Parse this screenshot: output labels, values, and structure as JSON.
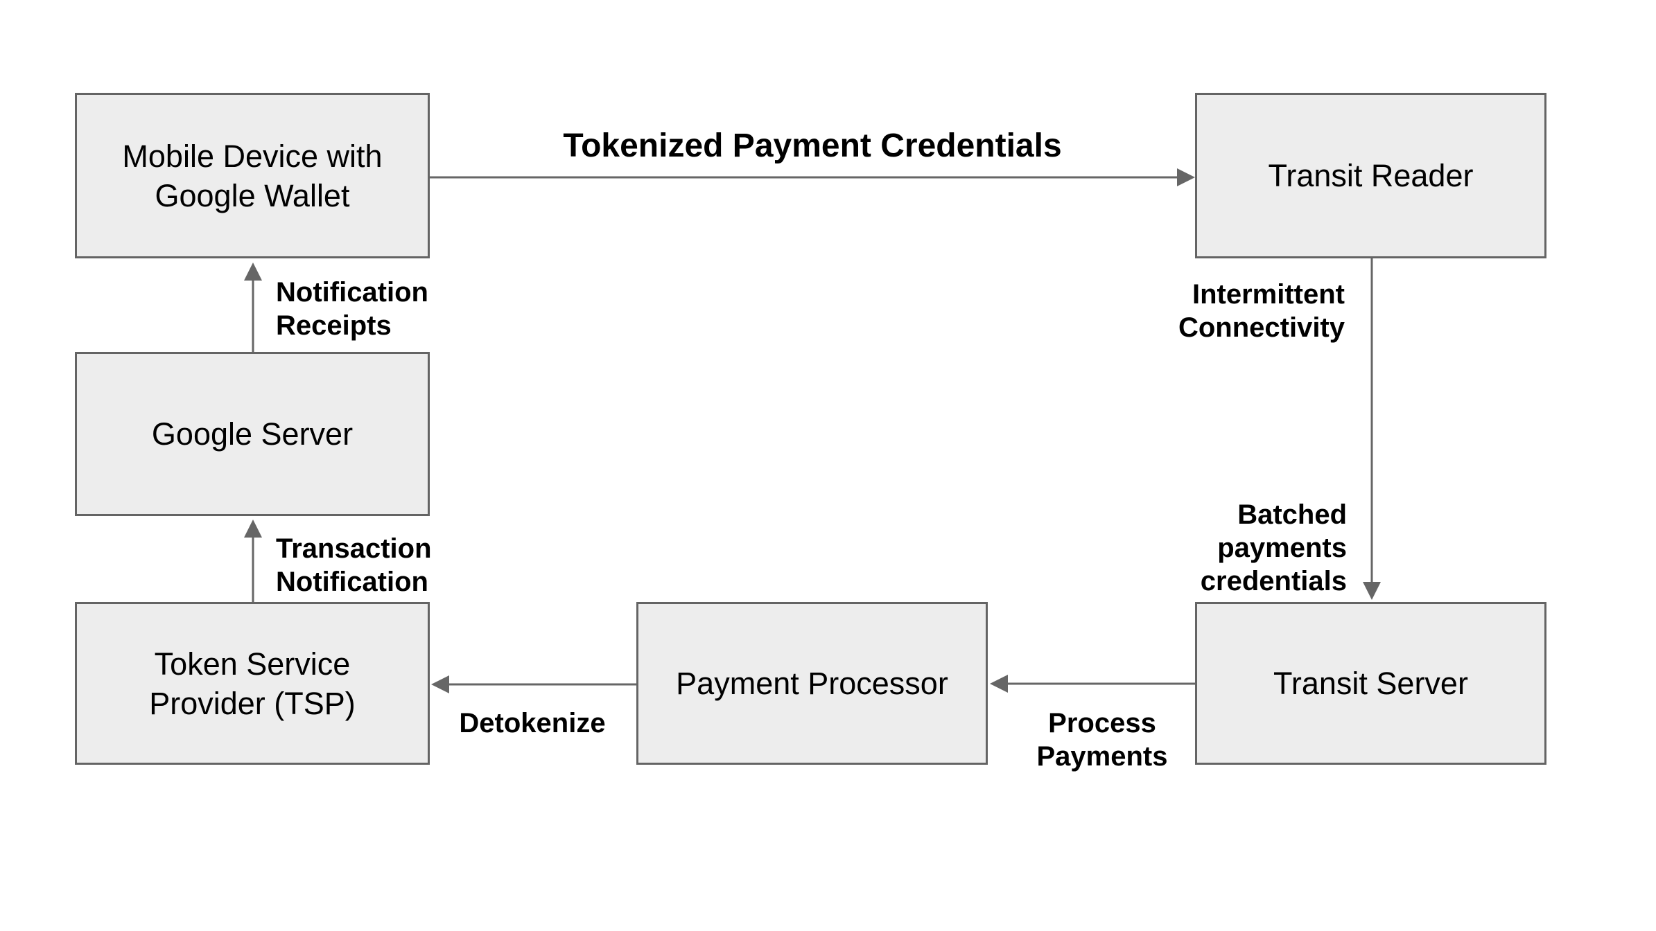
{
  "colors": {
    "node_fill": "#ededed",
    "node_border": "#646464",
    "arrow": "#666666",
    "label_text": "#000000"
  },
  "nodes": [
    {
      "id": "mobile-device",
      "label": "Mobile Device with\nGoogle Wallet"
    },
    {
      "id": "transit-reader",
      "label": "Transit Reader"
    },
    {
      "id": "google-server",
      "label": "Google Server"
    },
    {
      "id": "tsp",
      "label": "Token Service\nProvider (TSP)"
    },
    {
      "id": "payment-processor",
      "label": "Payment Processor"
    },
    {
      "id": "transit-server",
      "label": "Transit Server"
    }
  ],
  "edge_labels": {
    "tokenized": "Tokenized Payment Credentials",
    "notification_receipts": "Notification\nReceipts",
    "transaction_notification": "Transaction\nNotification",
    "intermittent": "Intermittent\nConnectivity",
    "batched": "Batched\npayments\ncredentials",
    "process_payments": "Process\nPayments",
    "detokenize": "Detokenize"
  }
}
